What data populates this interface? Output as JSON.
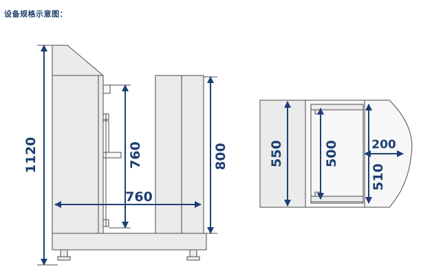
{
  "title": "设备规格示意图：",
  "dimensions": {
    "height_total": "1120",
    "side_inner_height": "760",
    "width": "760",
    "cabinet_height": "800",
    "top_depth": "550",
    "drawer_depth": "500",
    "door_depth": "200",
    "door_width": "510"
  },
  "colors": {
    "dimension": "#1c3f73",
    "outline": "#4a4a4a",
    "fill": "#ebebeb"
  }
}
